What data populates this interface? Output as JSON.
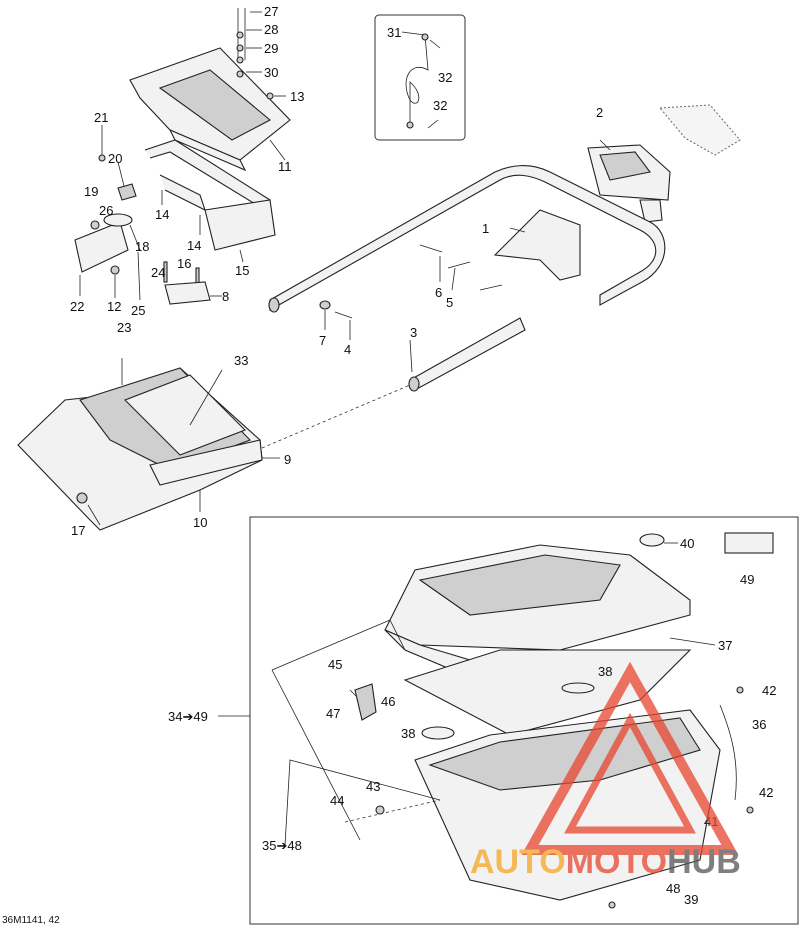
{
  "diagram": {
    "drawing_code": "36M1141, 42",
    "callouts": {
      "c1": "1",
      "c2": "2",
      "c3": "3",
      "c4": "4",
      "c5": "5",
      "c6": "6",
      "c7": "7",
      "c8": "8",
      "c9": "9",
      "c10": "10",
      "c11": "11",
      "c12": "12",
      "c13": "13",
      "c14a": "14",
      "c14b": "14",
      "c15": "15",
      "c16": "16",
      "c17": "17",
      "c18": "18",
      "c19": "19",
      "c20": "20",
      "c21": "21",
      "c22": "22",
      "c23": "23",
      "c24": "24",
      "c25": "25",
      "c26": "26",
      "c27": "27",
      "c28": "28",
      "c29": "29",
      "c30": "30",
      "c31": "31",
      "c32a": "32",
      "c32b": "32",
      "c33": "33",
      "c34_49": "34➔49",
      "c35_48": "35➔48",
      "c36": "36",
      "c37": "37",
      "c38a": "38",
      "c38b": "38",
      "c39": "39",
      "c40": "40",
      "c41": "41",
      "c42a": "42",
      "c42b": "42",
      "c43": "43",
      "c44": "44",
      "c45": "45",
      "c46": "46",
      "c47": "47",
      "c48": "48",
      "c49": "49"
    }
  },
  "watermark": {
    "part1": "AUTO",
    "part2": "MOTO",
    "part3": "HUB",
    "colors": {
      "orange": "#f5a623",
      "red": "#e8452f"
    }
  }
}
